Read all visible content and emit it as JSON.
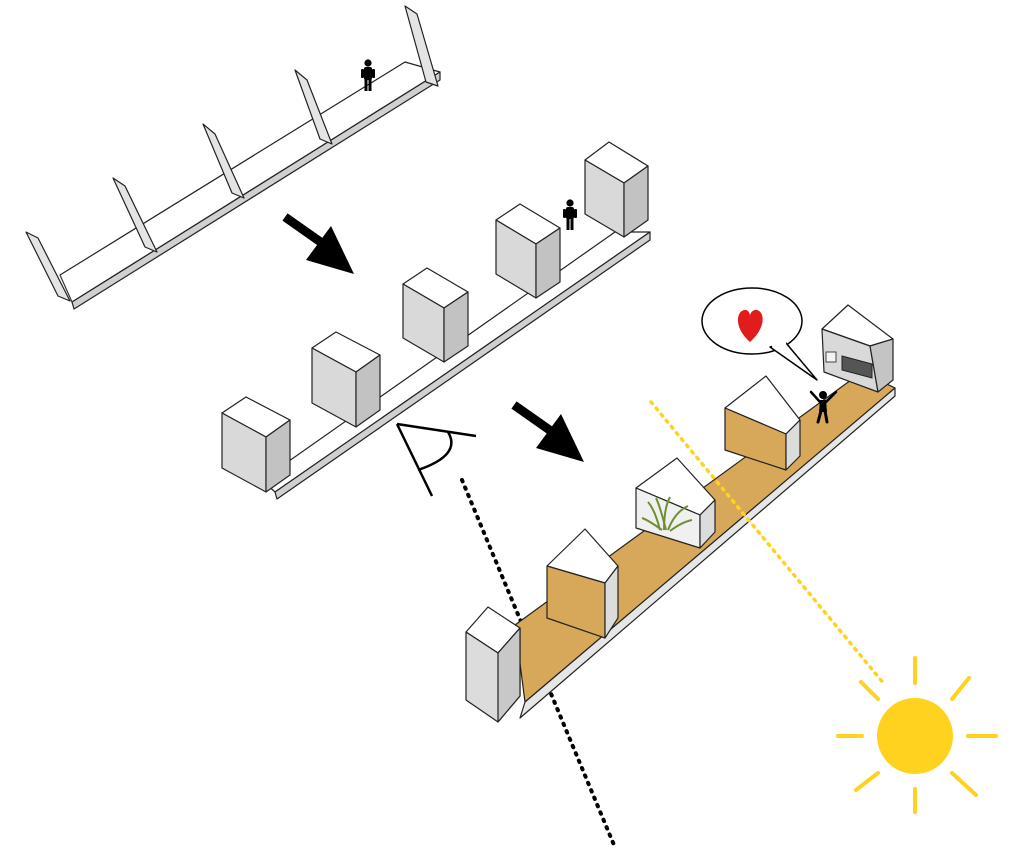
{
  "colors": {
    "background": "#ffffff",
    "panel_face": "#e4e4e4",
    "panel_side": "#cfcfcf",
    "block_front": "#d9d9d9",
    "block_side": "#c2c2c2",
    "block_top": "#ffffff",
    "floor": "#ffffff",
    "wood": "#d8a85a",
    "wood_dark": "#c6954a",
    "arrow": "#000000",
    "sun": "#ffd21f",
    "sunlight_line": "#ffd21f",
    "sight_line": "#000000",
    "heart": "#e21c1c",
    "plant": "#6f8f32"
  },
  "icons": {
    "arrows": [
      "arrow-down-right-icon",
      "arrow-down-right-icon"
    ],
    "eye": "eye-viewpoint-icon",
    "sun": "sun-icon",
    "heart": "heart-icon",
    "person": "person-silhouette-icon",
    "plant": "plant-icon"
  },
  "stages": [
    {
      "name": "thin-partition-walls",
      "walls": 5
    },
    {
      "name": "thick-block-walls",
      "walls": 5
    },
    {
      "name": "sloped-roof-units",
      "units": 5,
      "finish": "wood"
    }
  ]
}
